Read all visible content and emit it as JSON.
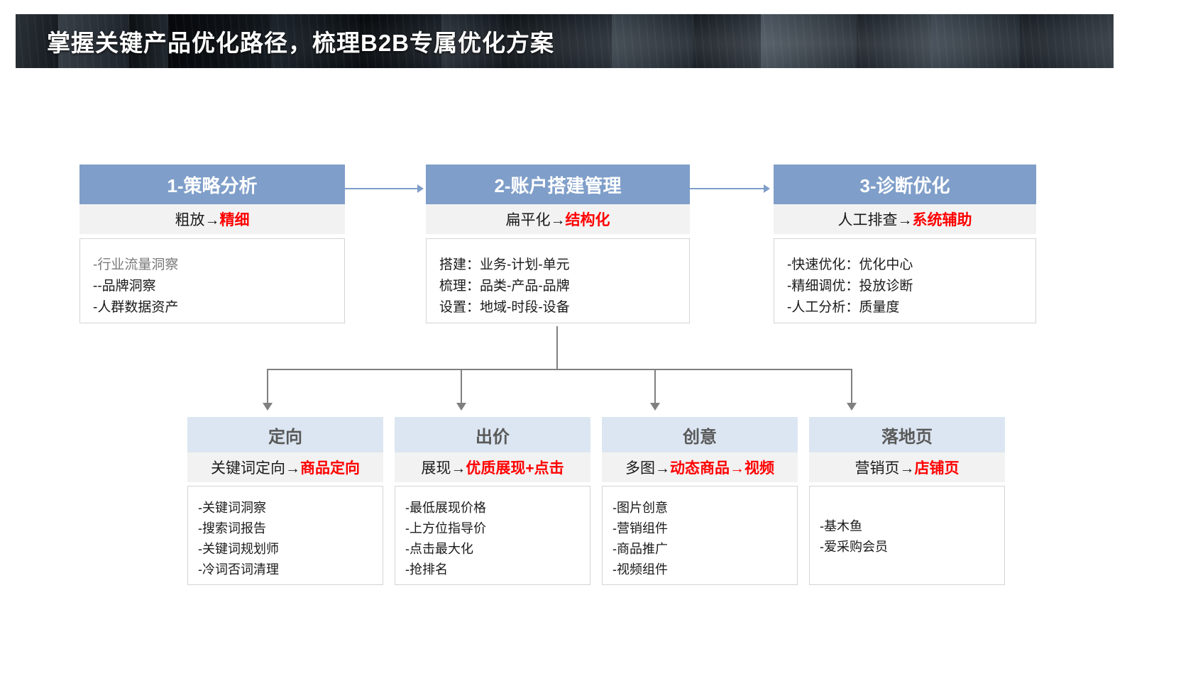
{
  "banner": {
    "title": "掌握关键产品优化路径，梳理B2B专属优化方案"
  },
  "colors": {
    "top_header_bg": "#7f9ec9",
    "bottom_header_bg": "#dce6f2",
    "subtitle_bg": "#f2f2f2",
    "highlight_red": "#ff0000",
    "connector_blue": "#7f9ec9",
    "connector_gray": "#808080",
    "banner_bg": "#0b0d10"
  },
  "top_cards": [
    {
      "title": "1-策略分析",
      "sub_from": "粗放→",
      "sub_to": "精细",
      "items": [
        "-行业流量洞察",
        "--品牌洞察",
        "-人群数据资产"
      ]
    },
    {
      "title": "2-账户搭建管理",
      "sub_from": "扁平化→",
      "sub_to": "结构化",
      "items": [
        "搭建：业务-计划-单元",
        "梳理：品类-产品-品牌",
        "设置：地域-时段-设备"
      ]
    },
    {
      "title": "3-诊断优化",
      "sub_from": "人工排查→",
      "sub_to": "系统辅助",
      "items": [
        "-快速优化：优化中心",
        "-精细调优：投放诊断",
        "-人工分析：质量度"
      ]
    }
  ],
  "bottom_cards": [
    {
      "title": "定向",
      "sub_from": "关键词定向→",
      "sub_to": "商品定向",
      "items": [
        "-关键词洞察",
        "-搜索词报告",
        "-关键词规划师",
        "-冷词否词清理"
      ]
    },
    {
      "title": "出价",
      "sub_from": "展现→",
      "sub_to": "优质展现+点击",
      "items": [
        "-最低展现价格",
        "-上方位指导价",
        "-点击最大化",
        "-抢排名"
      ]
    },
    {
      "title": "创意",
      "sub_from": "多图→",
      "sub_to": "动态商品→视频",
      "items": [
        "-图片创意",
        "-营销组件",
        "-商品推广",
        "-视频组件"
      ]
    },
    {
      "title": "落地页",
      "sub_from": "营销页→",
      "sub_to": "店铺页",
      "items": [
        "-基木鱼",
        "-爱采购会员"
      ]
    }
  ]
}
